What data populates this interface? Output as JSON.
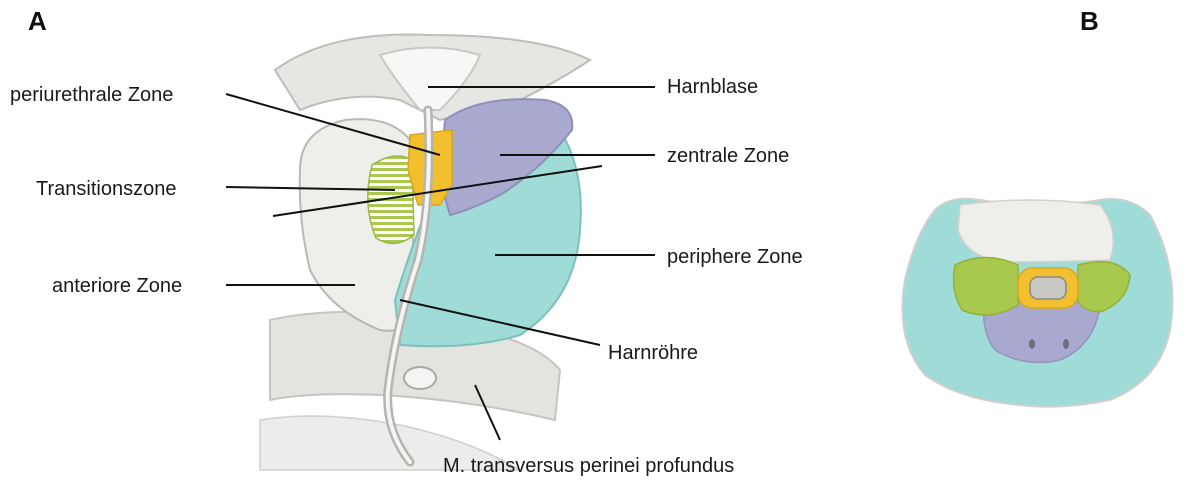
{
  "panels": {
    "a": "A",
    "b": "B"
  },
  "labels": {
    "periurethral": "periurethrale Zone",
    "transition": "Transitionszone",
    "anterior": "anteriore Zone",
    "bladder": "Harnblase",
    "central": "zentrale Zone",
    "peripheral": "periphere Zone",
    "urethra": "Harnröhre",
    "muscle": "M. transversus perinei profundus"
  },
  "colors": {
    "central_zone": "#a9a9cf",
    "peripheral_zone": "#9fdcd8",
    "transition_zone": "#a8c84e",
    "periurethral_zone": "#f2bf2e",
    "anterior_zone": "#eeeeea",
    "tissue_gray": "#d9d9d6"
  }
}
